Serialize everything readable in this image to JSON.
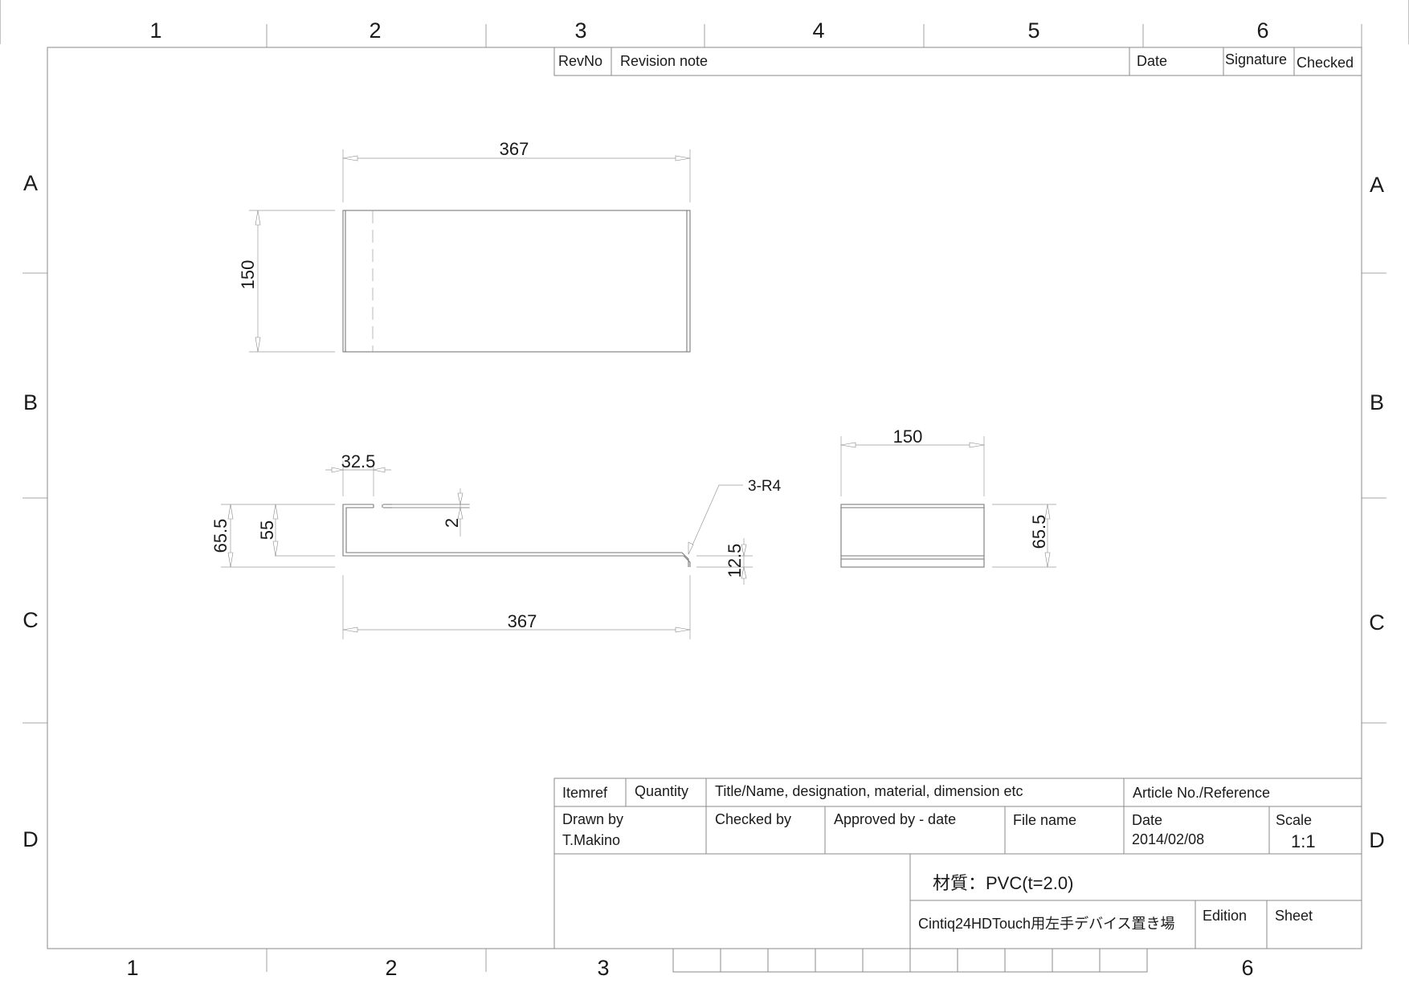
{
  "zones": {
    "columns_top": [
      "1",
      "2",
      "3",
      "4",
      "5",
      "6"
    ],
    "columns_bottom": [
      "1",
      "2",
      "3",
      "6"
    ],
    "rows": [
      "A",
      "B",
      "C",
      "D"
    ]
  },
  "revision_block": {
    "rev_no": "RevNo",
    "revision_note": "Revision note",
    "date": "Date",
    "signature": "Signature",
    "checked": "Checked"
  },
  "dimensions": {
    "top_view_length": "367",
    "top_view_width": "150",
    "front_total_height": "65.5",
    "front_inner_height": "55",
    "front_lip_width": "32.5",
    "front_thickness": "2",
    "front_bend_radius": "3-R4",
    "front_foot_height": "12.5",
    "front_length": "367",
    "side_width": "150",
    "side_height": "65.5"
  },
  "title_block": {
    "itemref": "Itemref",
    "quantity": "Quantity",
    "title_header": "Title/Name, designation, material, dimension etc",
    "article_no": "Article No./Reference",
    "drawn_by_label": "Drawn by",
    "drawn_by_value": "T.Makino",
    "checked_by_label": "Checked by",
    "approved_by_label": "Approved by - date",
    "file_name_label": "File name",
    "date_label": "Date",
    "date_value": "2014/02/08",
    "scale_label": "Scale",
    "scale_value": "1:1",
    "material": "材質：PVC(t=2.0)",
    "part_name": "Cintiq24HDTouch用左手デバイス置き場",
    "edition_label": "Edition",
    "sheet_label": "Sheet"
  }
}
